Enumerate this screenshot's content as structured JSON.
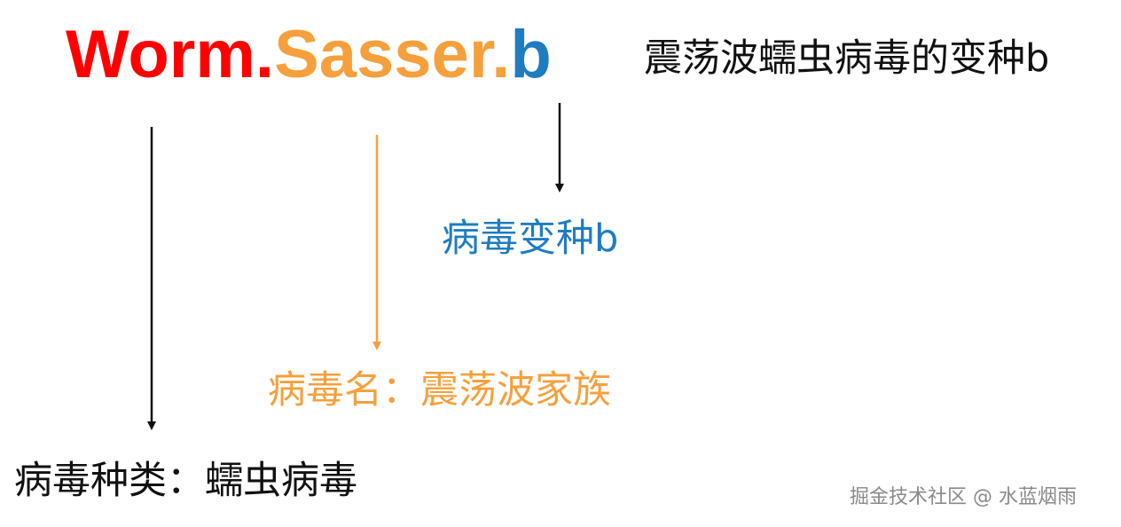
{
  "title": {
    "part_type": "Worm.",
    "part_family": "Sasser.",
    "part_variant": "b"
  },
  "meaning": "震荡波蠕虫病毒的变种b",
  "labels": {
    "variant": "病毒变种b",
    "family": "病毒名：震荡波家族",
    "type": "病毒种类：蠕虫病毒"
  },
  "watermark": "掘金技术社区 @ 水蓝烟雨",
  "colors": {
    "type": "#ff0000",
    "family": "#f5a03c",
    "variant": "#1f7cc1",
    "text": "#111111",
    "watermark": "#8a8a8a"
  }
}
